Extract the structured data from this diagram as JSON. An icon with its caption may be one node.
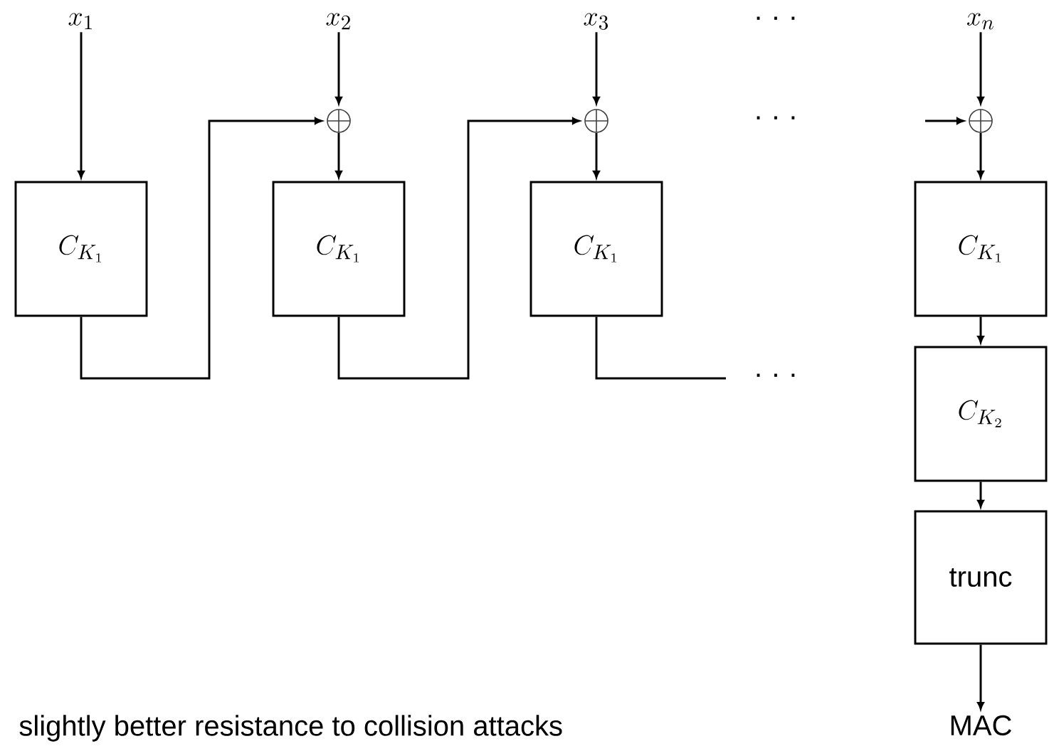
{
  "diagram": {
    "caption": "slightly better resistance to collision attacks",
    "nodes": [
      {
        "text": [
          "x_1"
        ]
      },
      {
        "text": [
          "x_2"
        ]
      },
      {
        "text": [
          "x_3"
        ]
      },
      {
        "text": [
          "x_n"
        ]
      },
      {
        "text": [],
        "shape": "circle"
      },
      {
        "text": [],
        "shape": "circle"
      },
      {
        "text": [],
        "shape": "circle"
      },
      {
        "text": [
          "C_{K_1}"
        ]
      },
      {
        "text": [
          "C_{K_1}"
        ]
      },
      {
        "text": [
          "C_{K_1}"
        ]
      },
      {
        "text": [
          "C_{K_1}"
        ]
      },
      {
        "text": [
          "C_{K_2}"
        ]
      },
      {
        "text": [
          "trunc"
        ]
      },
      {
        "text": [
          "MAC"
        ]
      }
    ],
    "edges": [
      {
        "from": 0,
        "to": 7,
        "arrow": "to"
      },
      {
        "from": 1,
        "to": 4,
        "arrow": "to"
      },
      {
        "from": 4,
        "to": 8,
        "arrow": "to"
      },
      {
        "from": 7,
        "to": 4,
        "arrow": "to"
      },
      {
        "from": 2,
        "to": 5,
        "arrow": "to"
      },
      {
        "from": 5,
        "to": 9,
        "arrow": "to"
      },
      {
        "from": 8,
        "to": 5,
        "arrow": "to"
      },
      {
        "from": 9,
        "to": null,
        "arrow": "none"
      },
      {
        "from": null,
        "to": 6,
        "arrow": "to"
      },
      {
        "from": 3,
        "to": 6,
        "arrow": "to"
      },
      {
        "from": 6,
        "to": 10,
        "arrow": "to"
      },
      {
        "from": 10,
        "to": 11,
        "arrow": "to"
      },
      {
        "from": 11,
        "to": 12,
        "arrow": "to"
      },
      {
        "from": 12,
        "to": 13,
        "arrow": "to"
      }
    ],
    "labels": [
      "· · ·",
      "· · ·",
      "· · ·"
    ]
  }
}
